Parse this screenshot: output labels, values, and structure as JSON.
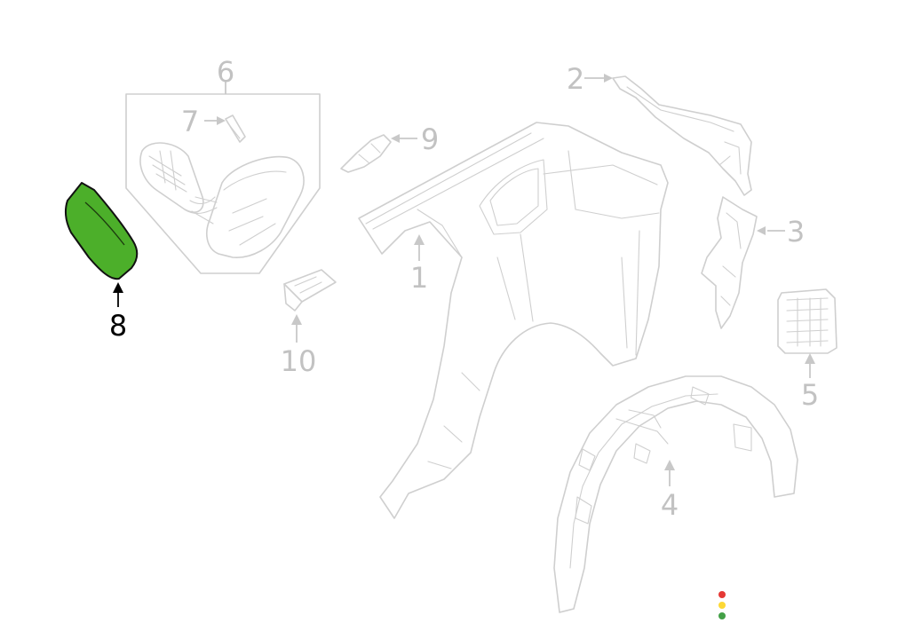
{
  "diagram": {
    "callouts": [
      {
        "id": "1",
        "label": "1"
      },
      {
        "id": "2",
        "label": "2"
      },
      {
        "id": "3",
        "label": "3"
      },
      {
        "id": "4",
        "label": "4"
      },
      {
        "id": "5",
        "label": "5"
      },
      {
        "id": "6",
        "label": "6"
      },
      {
        "id": "7",
        "label": "7"
      },
      {
        "id": "8",
        "label": "8"
      },
      {
        "id": "9",
        "label": "9"
      },
      {
        "id": "10",
        "label": "10"
      }
    ],
    "highlighted_part": "8",
    "colors": {
      "highlight_fill": "#4caf2a",
      "line_art": "#cfcfcf",
      "callout_inactive": "#c2c2c2",
      "callout_active": "#000000"
    }
  },
  "status_indicator": {
    "dots": [
      {
        "name": "red",
        "color": "#e53935"
      },
      {
        "name": "yellow",
        "color": "#fdd835"
      },
      {
        "name": "green",
        "color": "#43a047"
      }
    ]
  }
}
